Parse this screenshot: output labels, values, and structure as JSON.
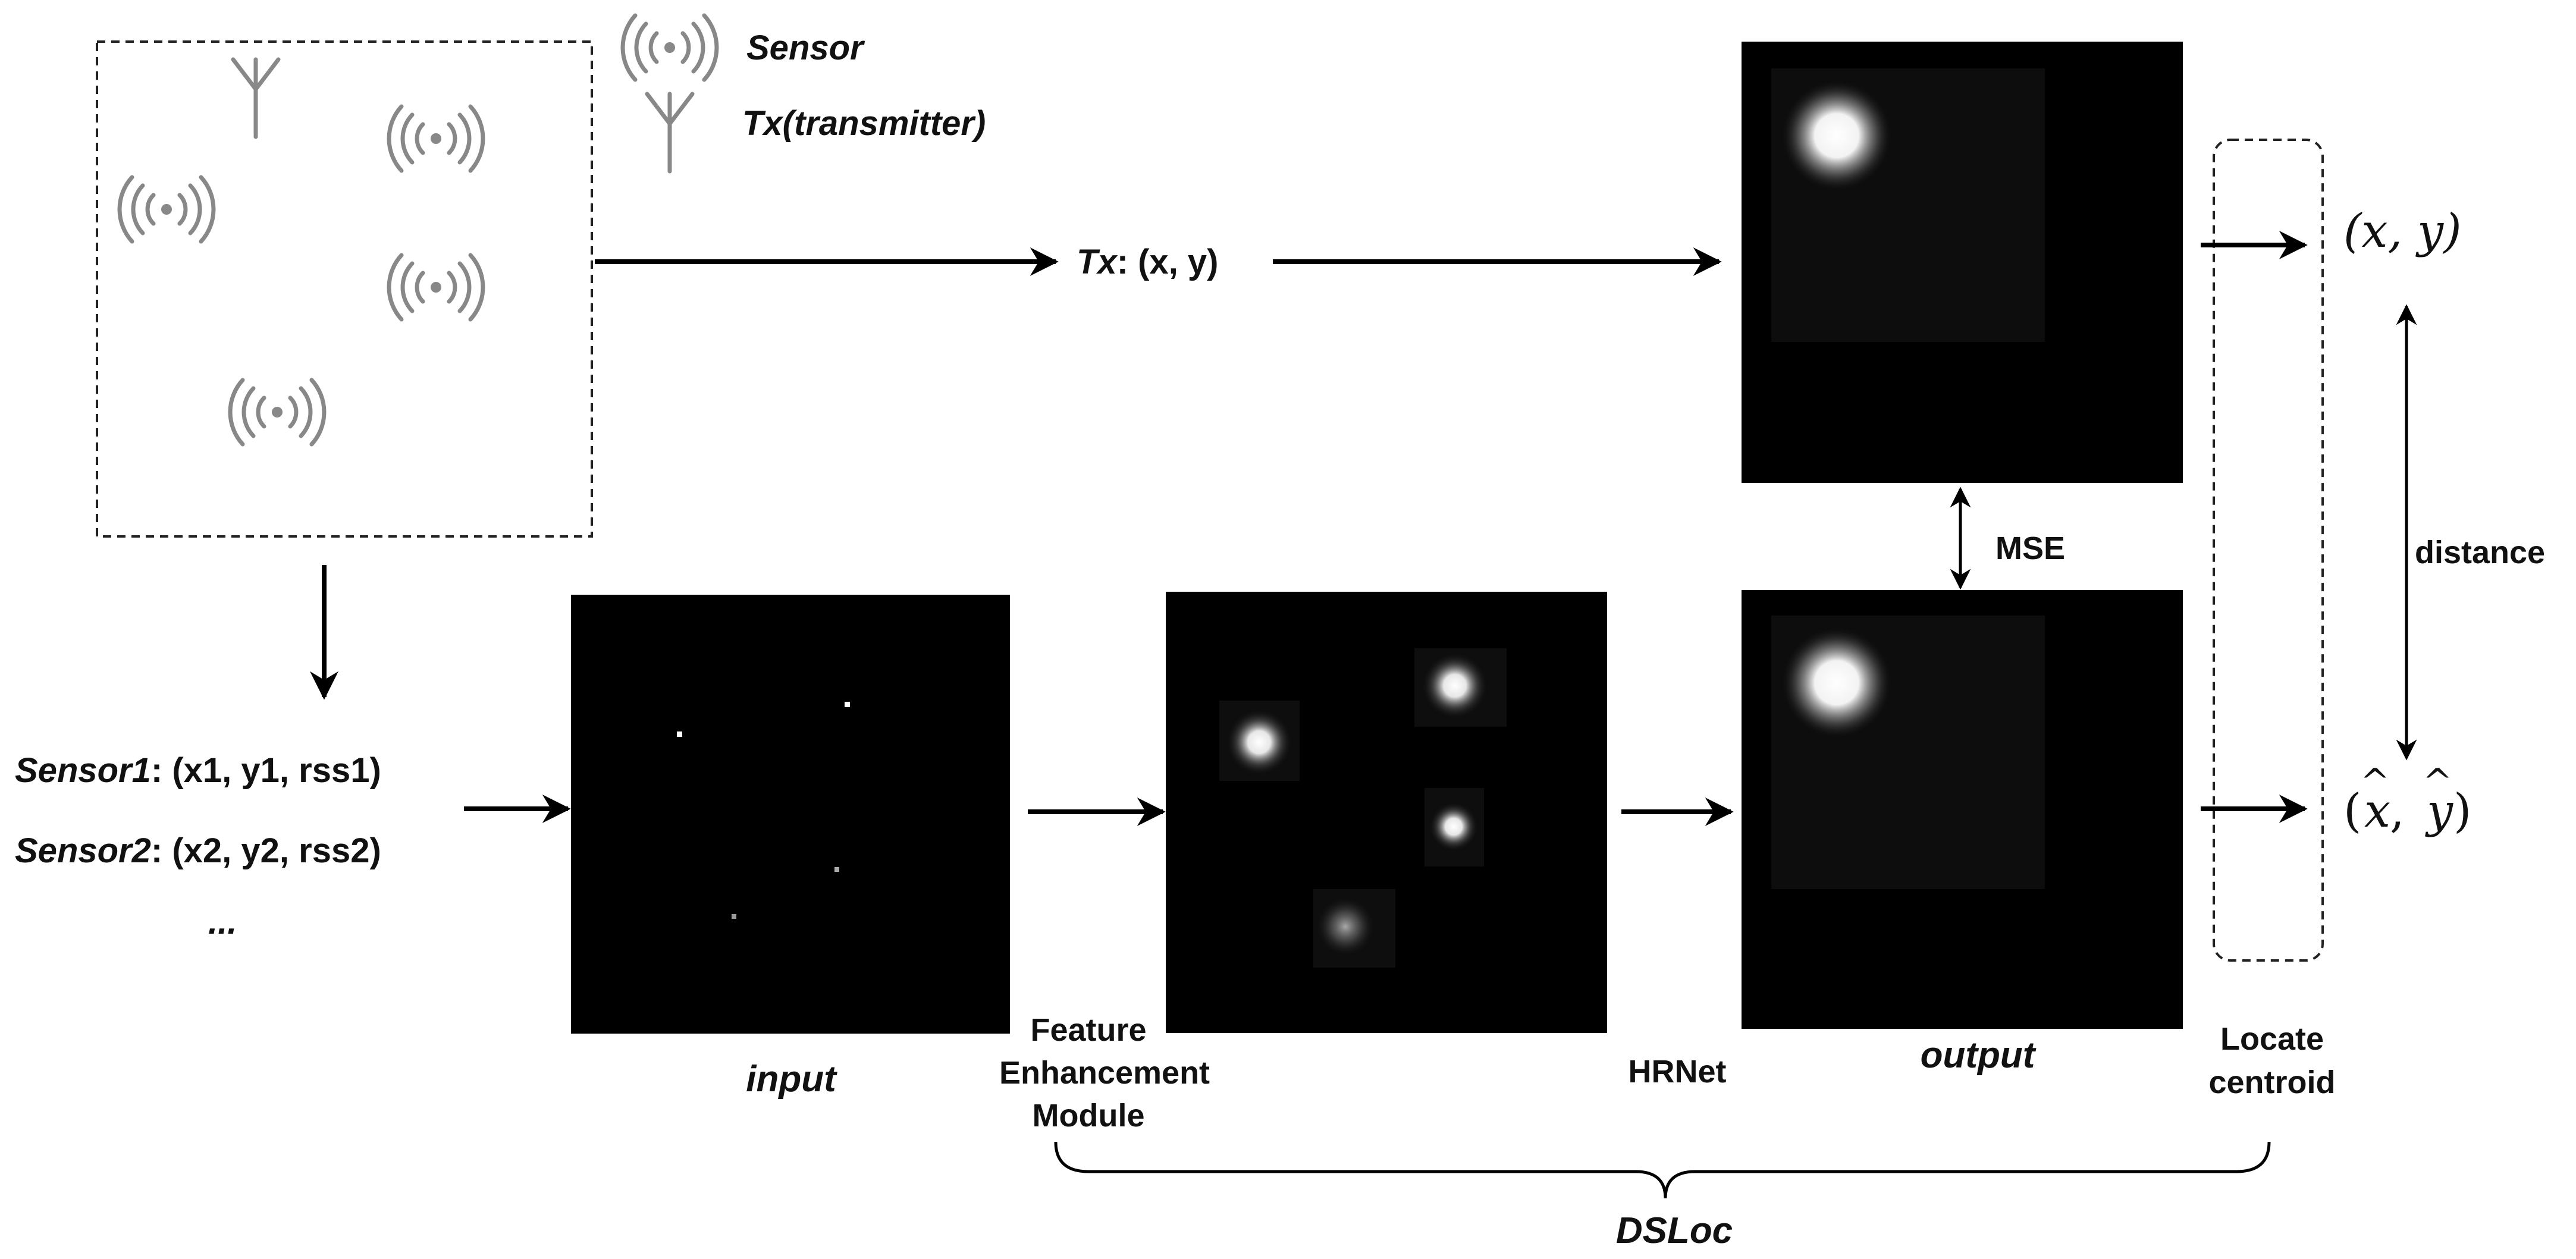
{
  "legend": {
    "sensor_label": "Sensor",
    "tx_label": "Tx(transmitter)"
  },
  "tx_text": {
    "prefix": "Tx",
    "coords": ": (x, y)"
  },
  "sensor_lines": [
    {
      "name": "Sensor1",
      "values": ": (x1, y1, rss1)"
    },
    {
      "name": "Sensor2",
      "values": ": (x2, y2, rss2)"
    },
    {
      "name": "",
      "values": "..."
    }
  ],
  "labels": {
    "input": "input",
    "output": "output",
    "feature_line1": "Feature",
    "feature_line2": "Enhancement",
    "feature_line3": "Module",
    "hrnet": "HRNet",
    "mse": "MSE",
    "distance": "distance",
    "locate_line1": "Locate",
    "locate_line2": "centroid",
    "dsloc": "DSLoc",
    "gt_coord": "(x, y)",
    "pred_x": "x",
    "pred_y": "y",
    "pred_open": "(",
    "pred_comma": ", ",
    "pred_close": ")"
  },
  "colors": {
    "panel_bg": "#000000",
    "icon_gray": "#888888",
    "text": "#111111"
  },
  "icons": [
    "sensor-icon",
    "antenna-icon"
  ]
}
